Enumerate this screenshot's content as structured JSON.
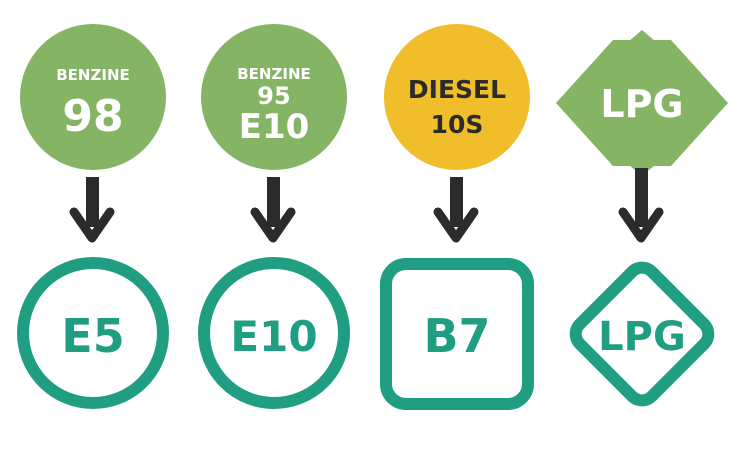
{
  "colors": {
    "old_label_green": "#84b464",
    "diesel_yellow": "#efbe2a",
    "new_label_teal": "#1f9e82",
    "arrow": "#2b2b2b",
    "text_light": "#ffffff",
    "text_dark": "#2b2b2b"
  },
  "columns": [
    {
      "old": {
        "shape": "circle",
        "lines": [
          "BENZINE",
          "98"
        ]
      },
      "new": {
        "shape": "circle",
        "text": "E5"
      }
    },
    {
      "old": {
        "shape": "circle",
        "lines": [
          "BENZINE",
          "95",
          "E10"
        ]
      },
      "new": {
        "shape": "circle",
        "text": "E10"
      }
    },
    {
      "old": {
        "shape": "circle",
        "lines": [
          "DIESEL",
          "10S"
        ]
      },
      "new": {
        "shape": "square",
        "text": "B7"
      }
    },
    {
      "old": {
        "shape": "diamond",
        "lines": [
          "LPG"
        ]
      },
      "new": {
        "shape": "diamond",
        "text": "LPG"
      }
    }
  ]
}
